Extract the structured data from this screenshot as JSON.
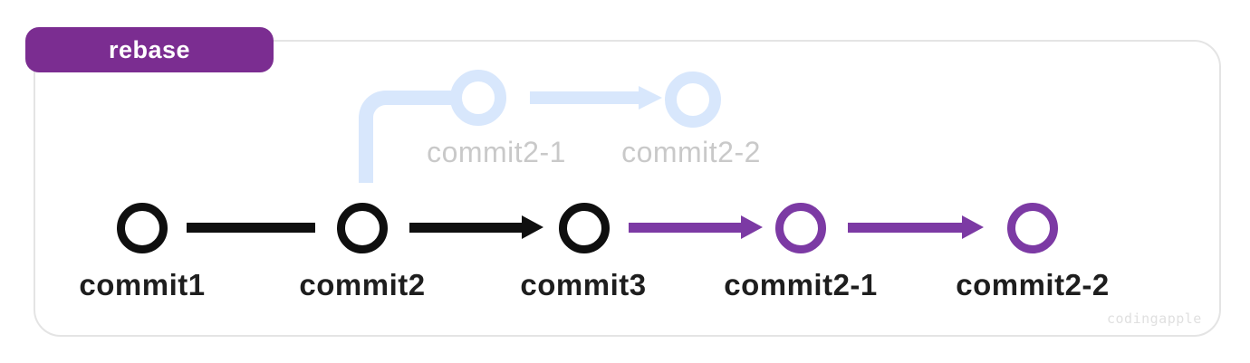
{
  "badge": {
    "label": "rebase"
  },
  "faded_branch": {
    "commits": [
      {
        "label": "commit2-1"
      },
      {
        "label": "commit2-2"
      }
    ]
  },
  "main_branch": {
    "commits": [
      {
        "label": "commit1",
        "color": "black"
      },
      {
        "label": "commit2",
        "color": "black"
      },
      {
        "label": "commit3",
        "color": "black"
      },
      {
        "label": "commit2-1",
        "color": "purple"
      },
      {
        "label": "commit2-2",
        "color": "purple"
      }
    ]
  },
  "watermark": "codingapple",
  "colors": {
    "badge_purple": "#7b2d91",
    "node_purple": "#7c3aa4",
    "node_black": "#0f0f0f",
    "faded_blue": "#d8e7fc",
    "faded_text": "#c9c9c9",
    "frame_border": "#e4e4e4",
    "label_text": "#1e1e1e",
    "watermark_text": "#e0e0e0"
  }
}
